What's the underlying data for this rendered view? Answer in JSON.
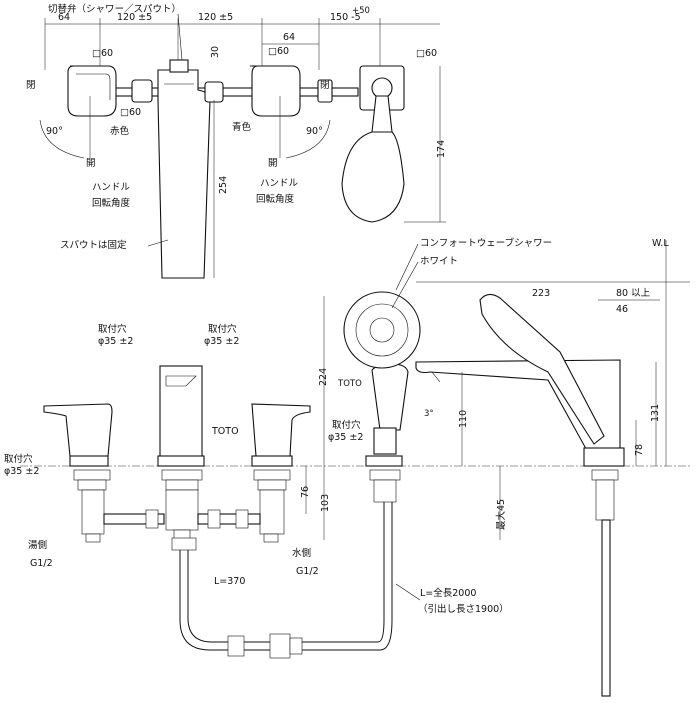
{
  "top": {
    "switch_valve": "切替弁（シャワー／スパウト）",
    "dims": [
      "64",
      "120 ±5",
      "120 ±5",
      "64",
      "150 -5",
      "+50"
    ],
    "sq60": "□60",
    "dim_30": "30",
    "dim_254": "254",
    "dim_174": "174",
    "close": "閉",
    "open": "開",
    "deg90": "90°",
    "red": "赤色",
    "blue": "青色",
    "handle_angle_1": "ハンドル",
    "handle_angle_2": "回転角度",
    "spout_fixed": "スパウトは固定"
  },
  "front": {
    "mount_hole": "取付穴",
    "phi35": "φ35 ±2",
    "toto": "TOTO",
    "dim_76": "76",
    "dim_103": "103",
    "dim_224": "224",
    "dim_110": "110",
    "dim_78": "78",
    "dim_131": "131",
    "deg3": "3°",
    "hot_side": "湯側",
    "cold_side": "水側",
    "g12": "G1/2",
    "l370": "L=370",
    "l2000": "L=全長2000",
    "pull_1900": "（引出し長さ1900）",
    "max45": "最大45"
  },
  "side": {
    "shower_name": "コンフォートウェーブシャワー",
    "white": "ホワイト",
    "wl": "W.L",
    "dim_223": "223",
    "dim_80": "80 以上",
    "dim_46": "46"
  }
}
